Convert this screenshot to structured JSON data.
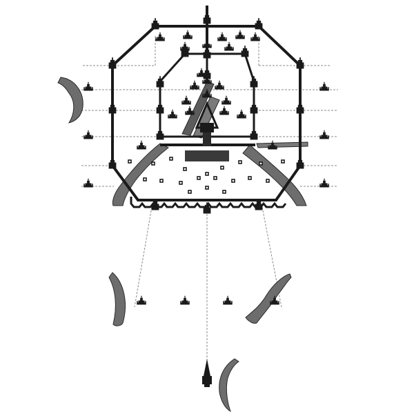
{
  "title": "",
  "colors": {
    "background": "#ffffff",
    "wall": "#1a1a1a",
    "river": "#6d6d6d",
    "river_edge": "#2a2a2a",
    "guide_line": "#8a8a8a",
    "dark_fill": "#3a3a3a"
  },
  "icons": {
    "building": "temple-icon",
    "gate": "gate-tower-icon",
    "spire": "spire-icon"
  },
  "plan": {
    "outer_wall": "octagonal-outer-wall",
    "inner_wall": "inner-citadel-wall",
    "notched_edge": "crenellated-south-wall",
    "rivers": 5,
    "outer_gate_towers": 12,
    "inner_gate_towers": 10
  }
}
